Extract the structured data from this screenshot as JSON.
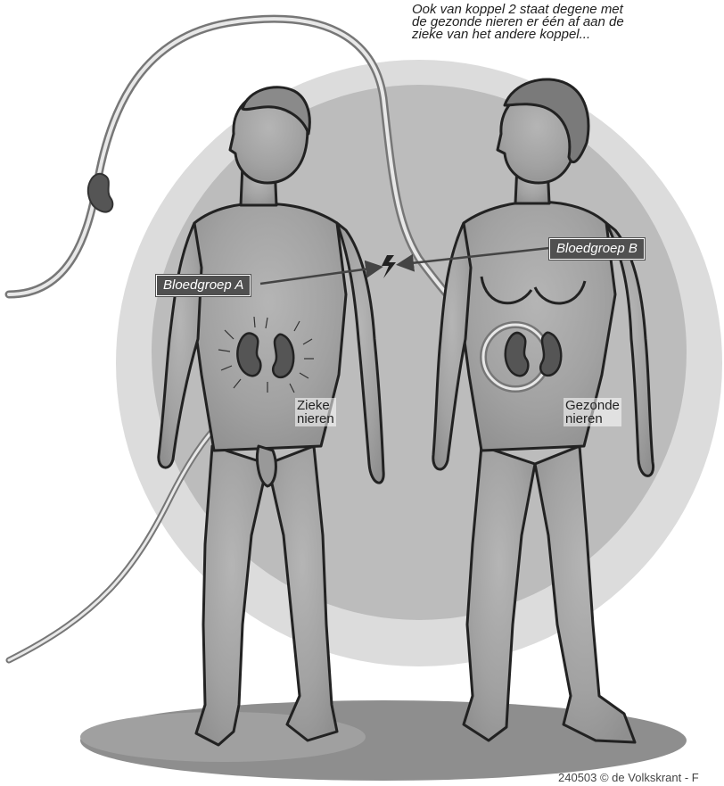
{
  "caption": "Ook van koppel 2 staat degene met\nde gezonde nieren er één af aan de\nzieke van het andere koppel...",
  "labels": {
    "blood_group_a": "Bloedgroep A",
    "blood_group_b": "Bloedgroep B",
    "sick_kidneys": "Zieke\nnieren",
    "healthy_kidneys": "Gezonde\nnieren"
  },
  "credit": "240503 © de Volkskrant - F",
  "icons": {
    "incompatibility": "lightning-bolt-icon",
    "kidney": "kidney-icon"
  },
  "colors": {
    "background_circle": "#d9d9d9",
    "inner_circle": "#b9b9b9",
    "body": "#a8a8a8",
    "kidney": "#555555",
    "label_box": "#505050"
  }
}
